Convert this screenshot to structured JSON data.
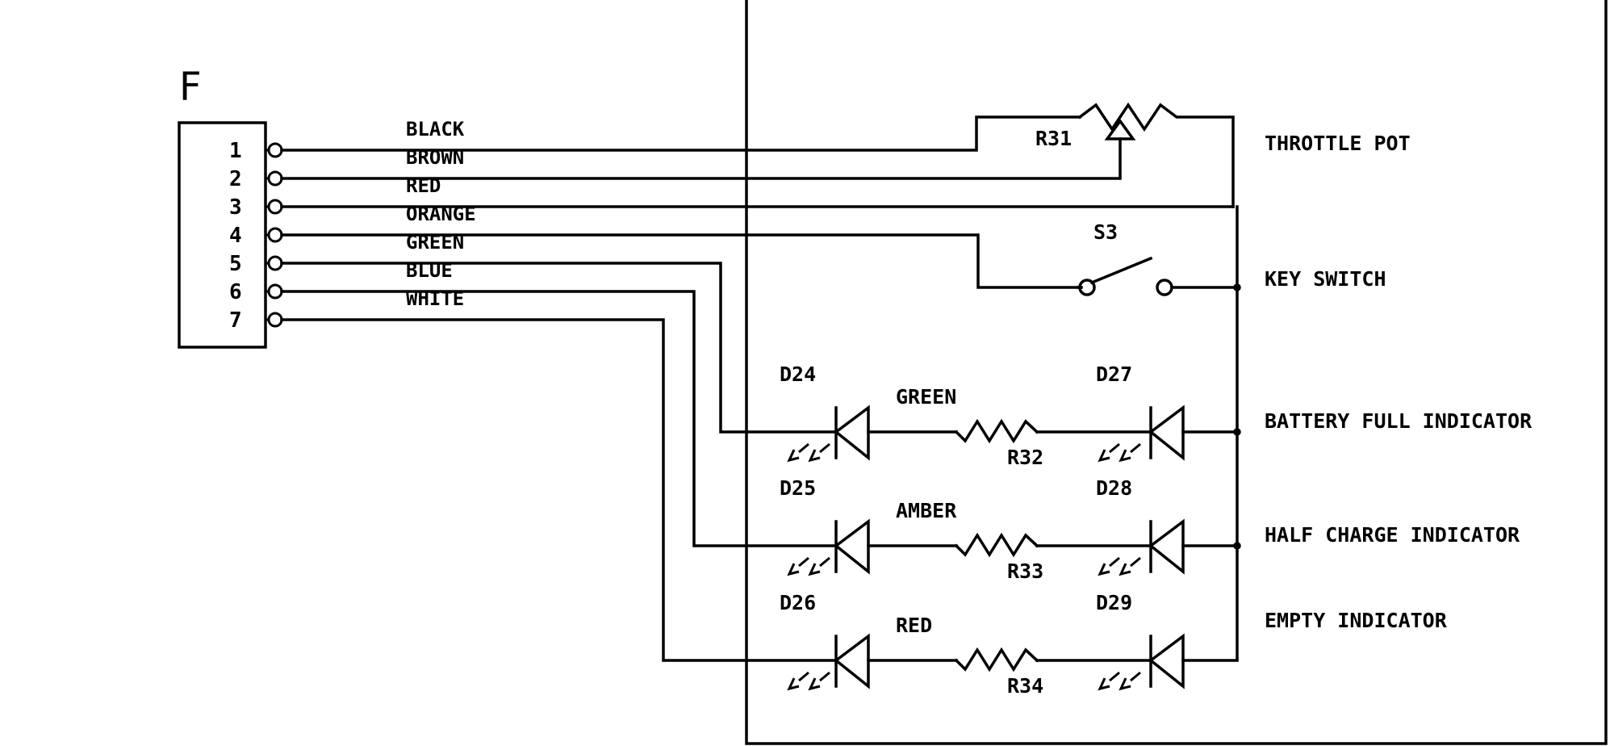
{
  "connector": {
    "title": "F",
    "pins": [
      "1",
      "2",
      "3",
      "4",
      "5",
      "6",
      "7"
    ]
  },
  "wires": [
    "BLACK",
    "BROWN",
    "RED",
    "ORANGE",
    "GREEN",
    "BLUE",
    "WHITE"
  ],
  "components": {
    "r31": "R31",
    "s3": "S3",
    "d24": "D24",
    "d25": "D25",
    "d26": "D26",
    "d27": "D27",
    "d28": "D28",
    "d29": "D29",
    "r32": "R32",
    "r33": "R33",
    "r34": "R34",
    "led_green": "GREEN",
    "led_amber": "AMBER",
    "led_red": "RED"
  },
  "functions": {
    "throttle_pot": "THROTTLE POT",
    "key_switch": "KEY SWITCH",
    "battery_full": "BATTERY FULL INDICATOR",
    "half_charge": "HALF CHARGE INDICATOR",
    "empty": "EMPTY INDICATOR"
  }
}
